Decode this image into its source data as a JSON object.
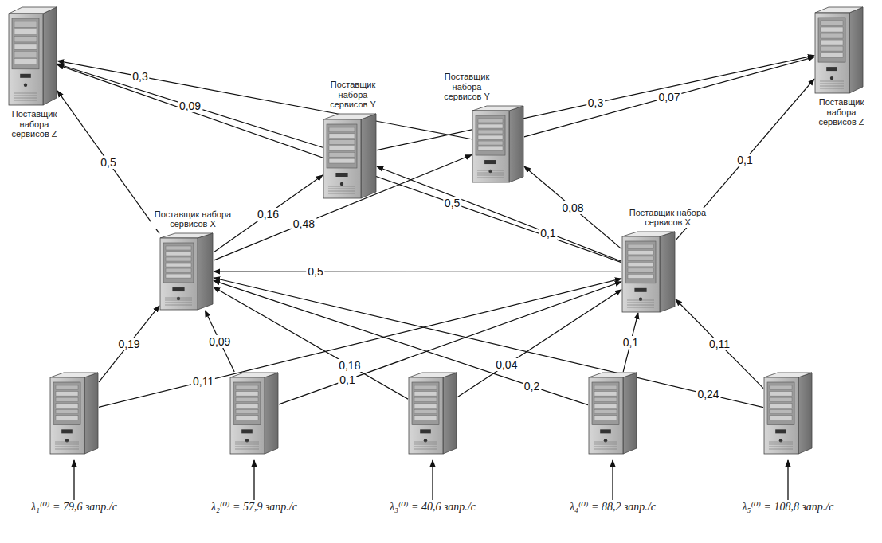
{
  "diagram": {
    "nodes": [
      {
        "text": [
          "Поставщик набора сервисов Z"
        ]
      },
      {
        "text": [
          "Поставщик набора сервисов Y"
        ]
      },
      {
        "text": [
          "Поставщик набора сервисов Y"
        ]
      },
      {
        "text": [
          "Поставщик набора сервисов Z"
        ]
      },
      {
        "text": [
          "Поставщик набора сервисов X"
        ]
      },
      {
        "text": [
          "Поставщик набора сервисов X"
        ]
      },
      {
        "text": [
          "λ₁⁽⁰⁾ = 79,6 запр./с"
        ]
      },
      {
        "text": [
          "λ₂⁽⁰⁾ = 57,9 запр./с"
        ]
      },
      {
        "text": [
          "λ₃⁽⁰⁾ = 40,6 запр./с"
        ]
      },
      {
        "text": [
          "λ₄⁽⁰⁾ = 88,2 запр./с"
        ]
      },
      {
        "text": [
          "λ₅⁽⁰⁾ = 108,8 запр./с"
        ]
      }
    ],
    "edges": [
      {
        "from": 4,
        "to": 0,
        "label": "0,5",
        "arrow": "to"
      },
      {
        "from": 4,
        "to": 1,
        "label": "0,16",
        "arrow": "to"
      },
      {
        "from": 4,
        "to": 2,
        "label": "0,48",
        "arrow": "to"
      },
      {
        "from": 5,
        "to": 4,
        "label": "0,5",
        "arrow": "to"
      },
      {
        "from": 5,
        "to": 0,
        "label": "0,5",
        "arrow": "to"
      },
      {
        "from": 5,
        "to": 1,
        "label": "0,1",
        "arrow": "to"
      },
      {
        "from": 5,
        "to": 2,
        "label": "0,08",
        "arrow": "to"
      },
      {
        "from": 5,
        "to": 3,
        "label": "0,1",
        "arrow": "to"
      },
      {
        "from": 1,
        "to": 0,
        "label": "0,09",
        "arrow": "to"
      },
      {
        "from": 2,
        "to": 0,
        "label": "0,3",
        "arrow": "to"
      },
      {
        "from": 1,
        "to": 3,
        "label": "0,3",
        "arrow": "to"
      },
      {
        "from": 2,
        "to": 3,
        "label": "0,07",
        "arrow": "to"
      },
      {
        "from": 6,
        "to": 4,
        "label": "0,19",
        "arrow": "to"
      },
      {
        "from": 6,
        "to": 5,
        "label": "0,11",
        "arrow": "to"
      },
      {
        "from": 7,
        "to": 4,
        "label": "0,09",
        "arrow": "to"
      },
      {
        "from": 7,
        "to": 5,
        "label": "0,1",
        "arrow": "to"
      },
      {
        "from": 8,
        "to": 4,
        "label": "0,18",
        "arrow": "to"
      },
      {
        "from": 8,
        "to": 5,
        "label": "0,04",
        "arrow": "to"
      },
      {
        "from": 9,
        "to": 5,
        "label": "0,1",
        "arrow": "to"
      },
      {
        "from": 9,
        "to": 4,
        "label": "0,2",
        "arrow": "to"
      },
      {
        "from": 10,
        "to": 5,
        "label": "0,11",
        "arrow": "to"
      },
      {
        "from": 10,
        "to": 4,
        "label": "0,24",
        "arrow": "to"
      }
    ]
  }
}
